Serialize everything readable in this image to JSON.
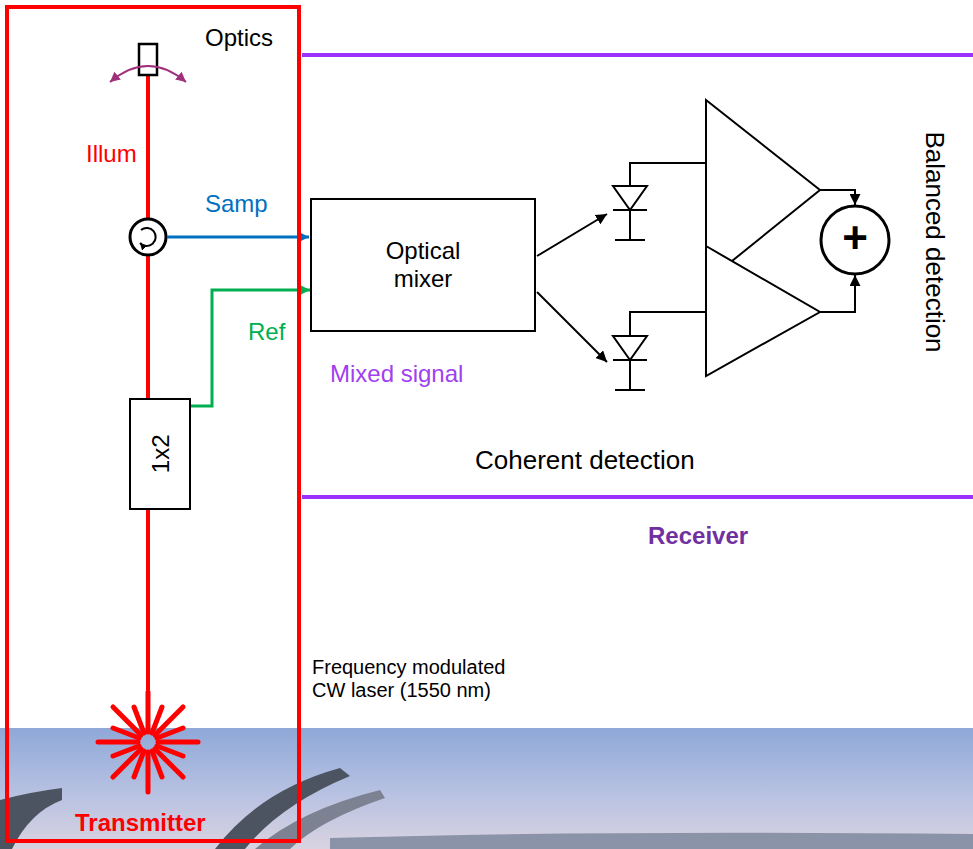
{
  "diagram": {
    "nodes": [
      {
        "text": [
          "Transmitter"
        ]
      },
      {
        "text": [
          "1x2"
        ],
        "in": 0
      },
      {
        "text": [
          "Optical mixer"
        ]
      }
    ],
    "edges": [
      {
        "from": 1,
        "to": 2,
        "arrow": "to",
        "label": "Ref"
      }
    ],
    "labels": [
      "Optics",
      "Illum",
      "Samp",
      "Mixed signal",
      "Coherent detection",
      "Balanced detection",
      "+",
      "Frequency modulated CW laser (1550 nm)",
      "Receiver"
    ]
  }
}
